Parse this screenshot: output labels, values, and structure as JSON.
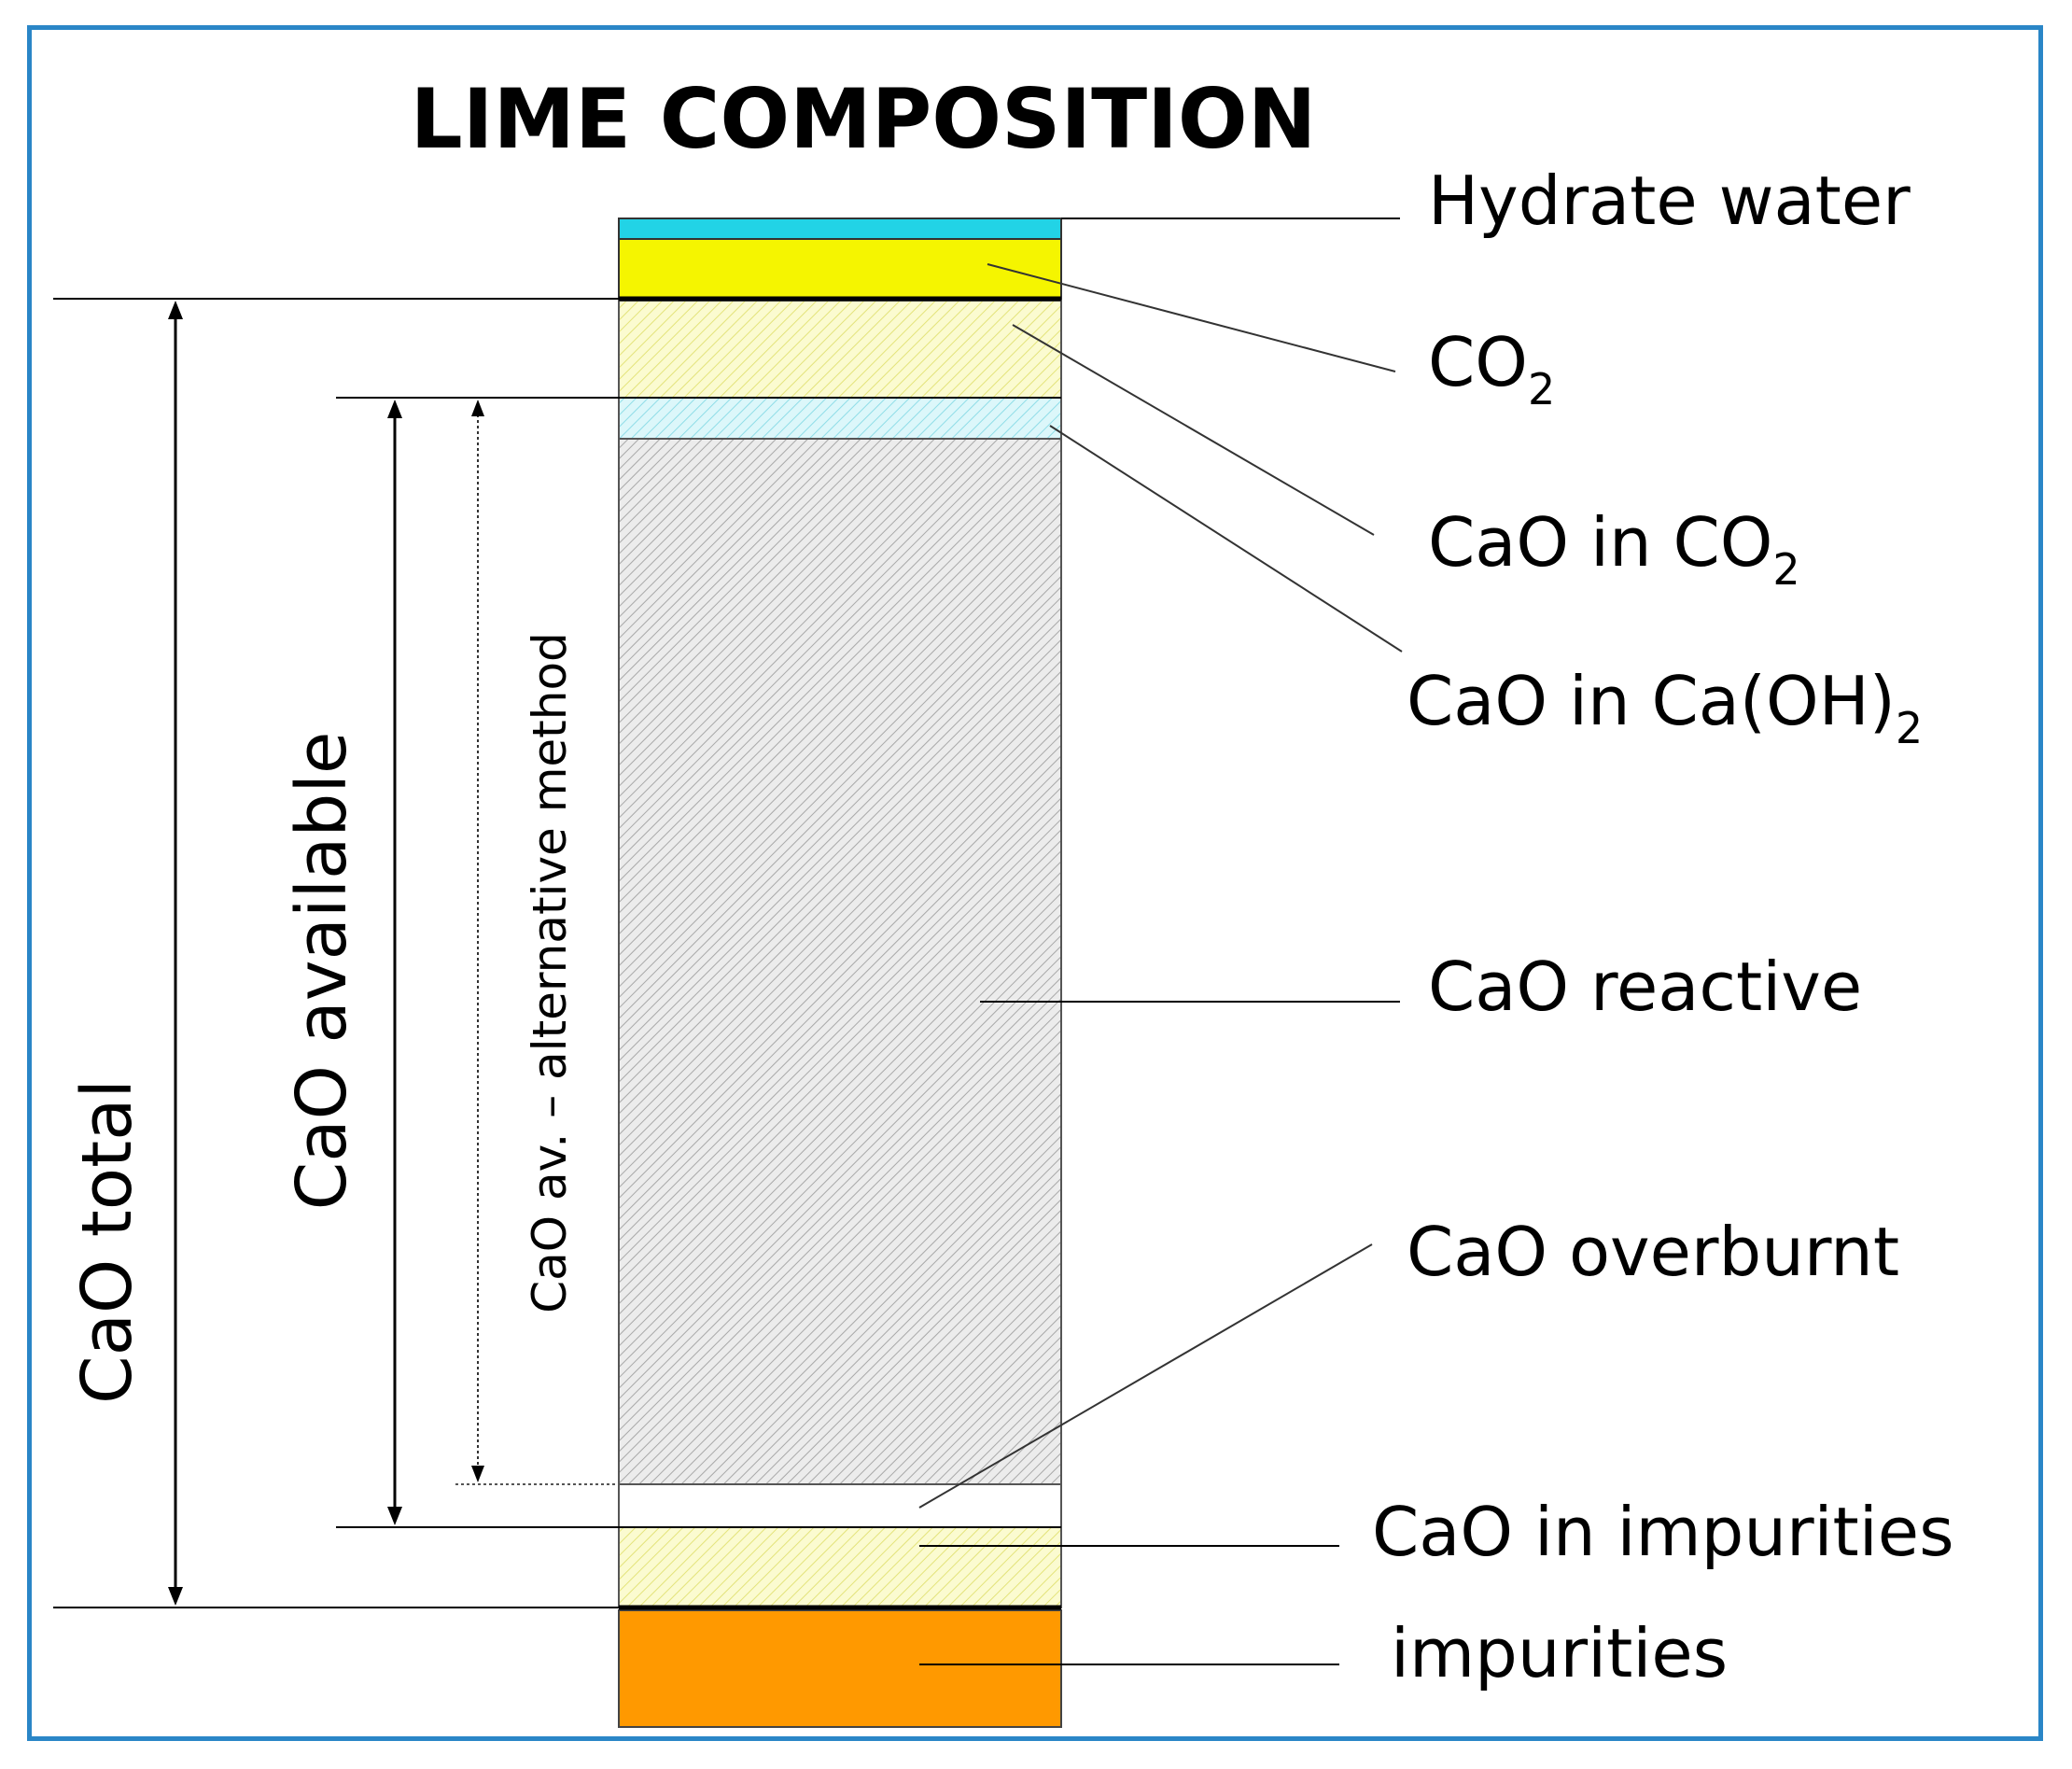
{
  "title": "LIME COMPOSITION",
  "labels": {
    "hydrate_water": "Hydrate water",
    "co2": "CO",
    "co2_sub": "2",
    "cao_in_co2": "CaO in CO",
    "cao_in_co2_sub": "2",
    "cao_in_caoh2": "CaO in Ca(OH)",
    "cao_in_caoh2_sub": "2",
    "cao_reactive": "CaO reactive",
    "cao_overburnt": "CaO overburnt",
    "cao_in_impurities": "CaO in impurities",
    "impurities": "impurities"
  },
  "axis_labels": {
    "cao_total": "CaO total",
    "cao_available": "CaO available",
    "cao_av_alt": "CaO av. – alternative method"
  },
  "colors": {
    "frame": "#2a86c7",
    "hydrate_water": "#22d3e6",
    "co2": "#f5f500",
    "cao_in_co2": "#fbfbd0",
    "cao_in_caoh2": "#d8f6f8",
    "cao_reactive": "#e4e4e4",
    "cao_in_impurities": "#fbfbd0",
    "impurities": "#ff9900"
  }
}
